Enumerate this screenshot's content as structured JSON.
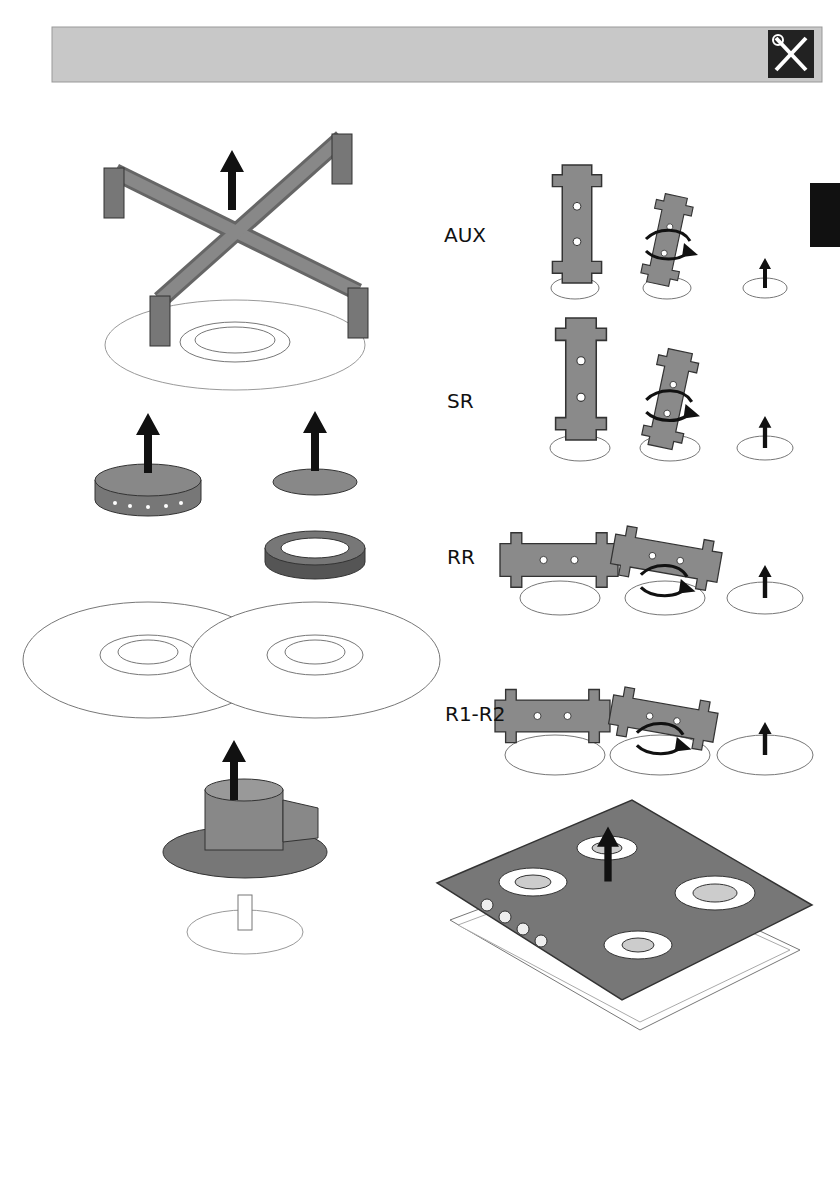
{
  "diagram": {
    "labels": [
      "AUX",
      "SR",
      "RR",
      "R1-R2"
    ]
  }
}
